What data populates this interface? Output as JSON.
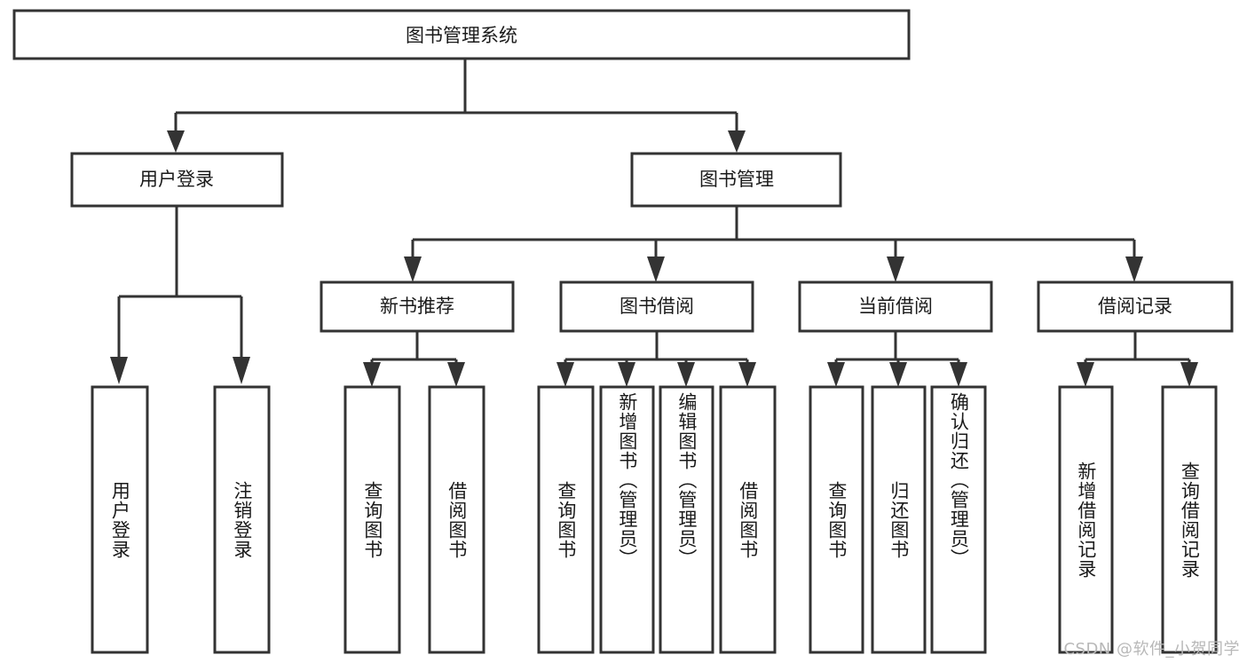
{
  "diagram": {
    "title": "图书管理系统",
    "type": "hierarchy-tree",
    "orientation": "top-down",
    "colors": {
      "box_stroke": "#333333",
      "box_fill": "#ffffff",
      "text": "#1a1a1a",
      "background": "#ffffff",
      "watermark": "#b8b8b8"
    },
    "root": {
      "id": "root",
      "label": "图书管理系统"
    },
    "level2": [
      {
        "id": "user-login",
        "label": "用户登录"
      },
      {
        "id": "book-manage",
        "label": "图书管理"
      }
    ],
    "level3": [
      {
        "id": "new-book-rec",
        "label": "新书推荐",
        "parent": "book-manage"
      },
      {
        "id": "book-borrow",
        "label": "图书借阅",
        "parent": "book-manage"
      },
      {
        "id": "current-borrow",
        "label": "当前借阅",
        "parent": "book-manage"
      },
      {
        "id": "borrow-record",
        "label": "借阅记录",
        "parent": "book-manage"
      }
    ],
    "leaves": [
      {
        "id": "leaf-user-login",
        "label": "用户登录",
        "parent": "user-login"
      },
      {
        "id": "leaf-logout",
        "label": "注销登录",
        "parent": "user-login"
      },
      {
        "id": "leaf-query-book-1",
        "label": "查询图书",
        "parent": "new-book-rec"
      },
      {
        "id": "leaf-borrow-book-1",
        "label": "借阅图书",
        "parent": "new-book-rec"
      },
      {
        "id": "leaf-query-book-2",
        "label": "查询图书",
        "parent": "book-borrow"
      },
      {
        "id": "leaf-add-book",
        "label": "新增图书（管理员）",
        "parent": "book-borrow"
      },
      {
        "id": "leaf-edit-book",
        "label": "编辑图书（管理员）",
        "parent": "book-borrow"
      },
      {
        "id": "leaf-borrow-book-2",
        "label": "借阅图书",
        "parent": "book-borrow"
      },
      {
        "id": "leaf-query-book-3",
        "label": "查询图书",
        "parent": "current-borrow"
      },
      {
        "id": "leaf-return-book",
        "label": "归还图书",
        "parent": "current-borrow"
      },
      {
        "id": "leaf-confirm-return",
        "label": "确认归还（管理员）",
        "parent": "current-borrow"
      },
      {
        "id": "leaf-add-record",
        "label": "新增借阅记录",
        "parent": "borrow-record"
      },
      {
        "id": "leaf-query-record",
        "label": "查询借阅记录",
        "parent": "borrow-record"
      }
    ],
    "watermark": "CSDN @软件_小贺同学"
  }
}
